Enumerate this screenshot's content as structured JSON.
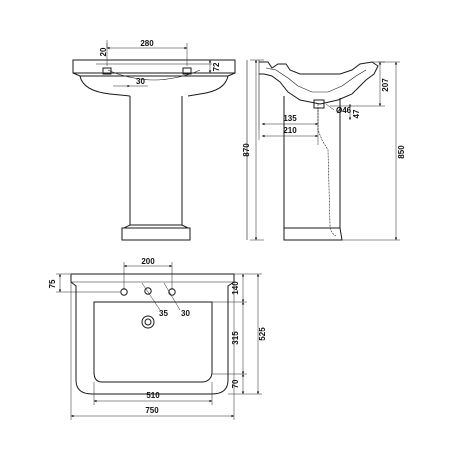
{
  "front": {
    "d280": "280",
    "d20": "20",
    "d72": "72",
    "d30": "30"
  },
  "side": {
    "d207": "207",
    "d47": "47",
    "d46": "Ø46",
    "d135": "135",
    "d210": "210",
    "d870": "870",
    "d850": "850"
  },
  "plan": {
    "d200": "200",
    "d75": "75",
    "d140": "140",
    "d35": "35",
    "d30": "30",
    "d315": "315",
    "d525": "525",
    "d70": "70",
    "d510": "510",
    "d750": "750"
  }
}
